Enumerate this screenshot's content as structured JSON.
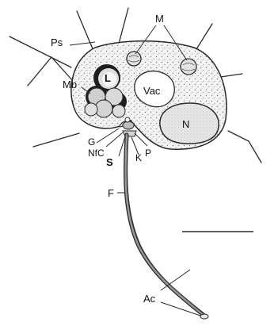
{
  "figure": {
    "labels": {
      "M": "M",
      "Ps": "Ps",
      "L": "L",
      "Mb": "Mb",
      "Vac": "Vac",
      "N": "N",
      "G": "G",
      "NfC": "NfC",
      "S": "S",
      "K": "K",
      "P": "P",
      "F": "F",
      "Ac": "Ac"
    },
    "colors": {
      "ink": "#2a2a2a",
      "cytoplasm": "#efefef",
      "stipple": "#8a8a8a",
      "vacuole": "#ffffff",
      "nucleus": "#e6e6e6",
      "body_dark": "#1e1e1e",
      "body_light": "#cfcfcf"
    }
  }
}
